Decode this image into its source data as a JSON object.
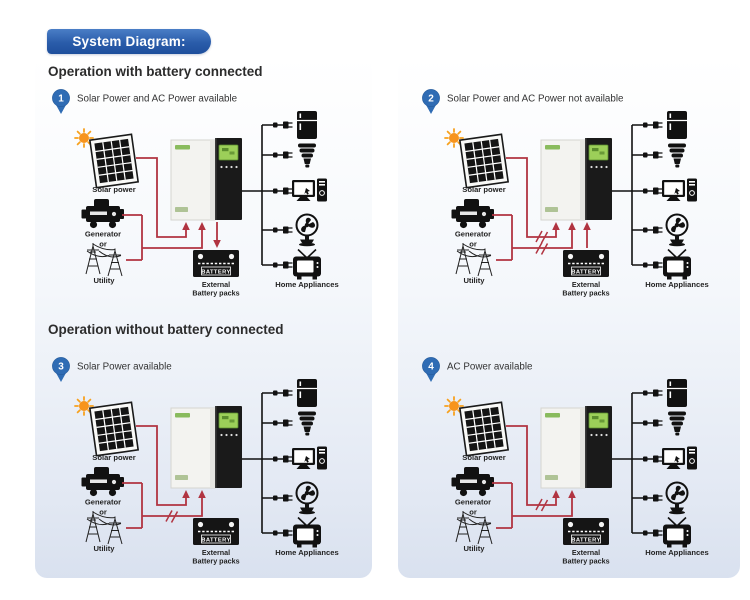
{
  "banner": {
    "label": "System Diagram:"
  },
  "sections": [
    {
      "heading": "Operation with battery connected"
    },
    {
      "heading": "Operation without battery connected"
    }
  ],
  "panels": [
    {
      "number": "1",
      "caption": "Solar Power and AC Power available",
      "solar_line": "connected",
      "ac_line": "connected",
      "battery_flow": "inverter-charges-battery"
    },
    {
      "number": "2",
      "caption": "Solar Power and AC Power not available",
      "solar_line": "crossed",
      "ac_line": "crossed",
      "battery_flow": "battery-powers-inverter"
    },
    {
      "number": "3",
      "caption": "Solar Power available",
      "solar_line": "connected",
      "ac_line": "crossed",
      "battery_flow": "none"
    },
    {
      "number": "4",
      "caption": "AC Power available",
      "solar_line": "crossed",
      "ac_line": "connected",
      "battery_flow": "none"
    }
  ],
  "labels": {
    "solar_power": "Solar power",
    "generator": "Generator",
    "or": "or",
    "utility": "Utility",
    "battery": "BATTERY",
    "external_line1": "External",
    "external_line2": "Battery packs",
    "home_appliances": "Home Appliances"
  },
  "icons": {
    "sources": [
      "sun-icon",
      "solar-panel-icon",
      "generator-icon",
      "utility-towers-icon"
    ],
    "system": [
      "inverter-unit-icon",
      "battery-icon",
      "plug-connector-icon"
    ],
    "appliances": [
      "fridge-icon",
      "cfl-lamp-icon",
      "computer-icon",
      "fan-icon",
      "tv-icon"
    ]
  },
  "colors": {
    "accent_blue": "#2a5caa",
    "badge_blue": "#2f6cb4",
    "line_red": "#b13441",
    "lcd_green": "#9ccf59",
    "logo_green": "#76b043",
    "sun_orange": "#f7941d",
    "panel_bg_bottom": "#d9e1ef"
  }
}
